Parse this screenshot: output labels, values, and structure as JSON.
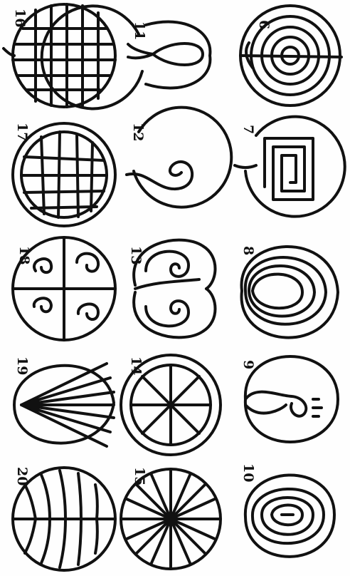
{
  "figure": {
    "labels": [
      "6",
      "7",
      "8",
      "9",
      "10",
      "11",
      "12",
      "13",
      "14",
      "15",
      "16",
      "17",
      "18",
      "19",
      "20"
    ]
  }
}
